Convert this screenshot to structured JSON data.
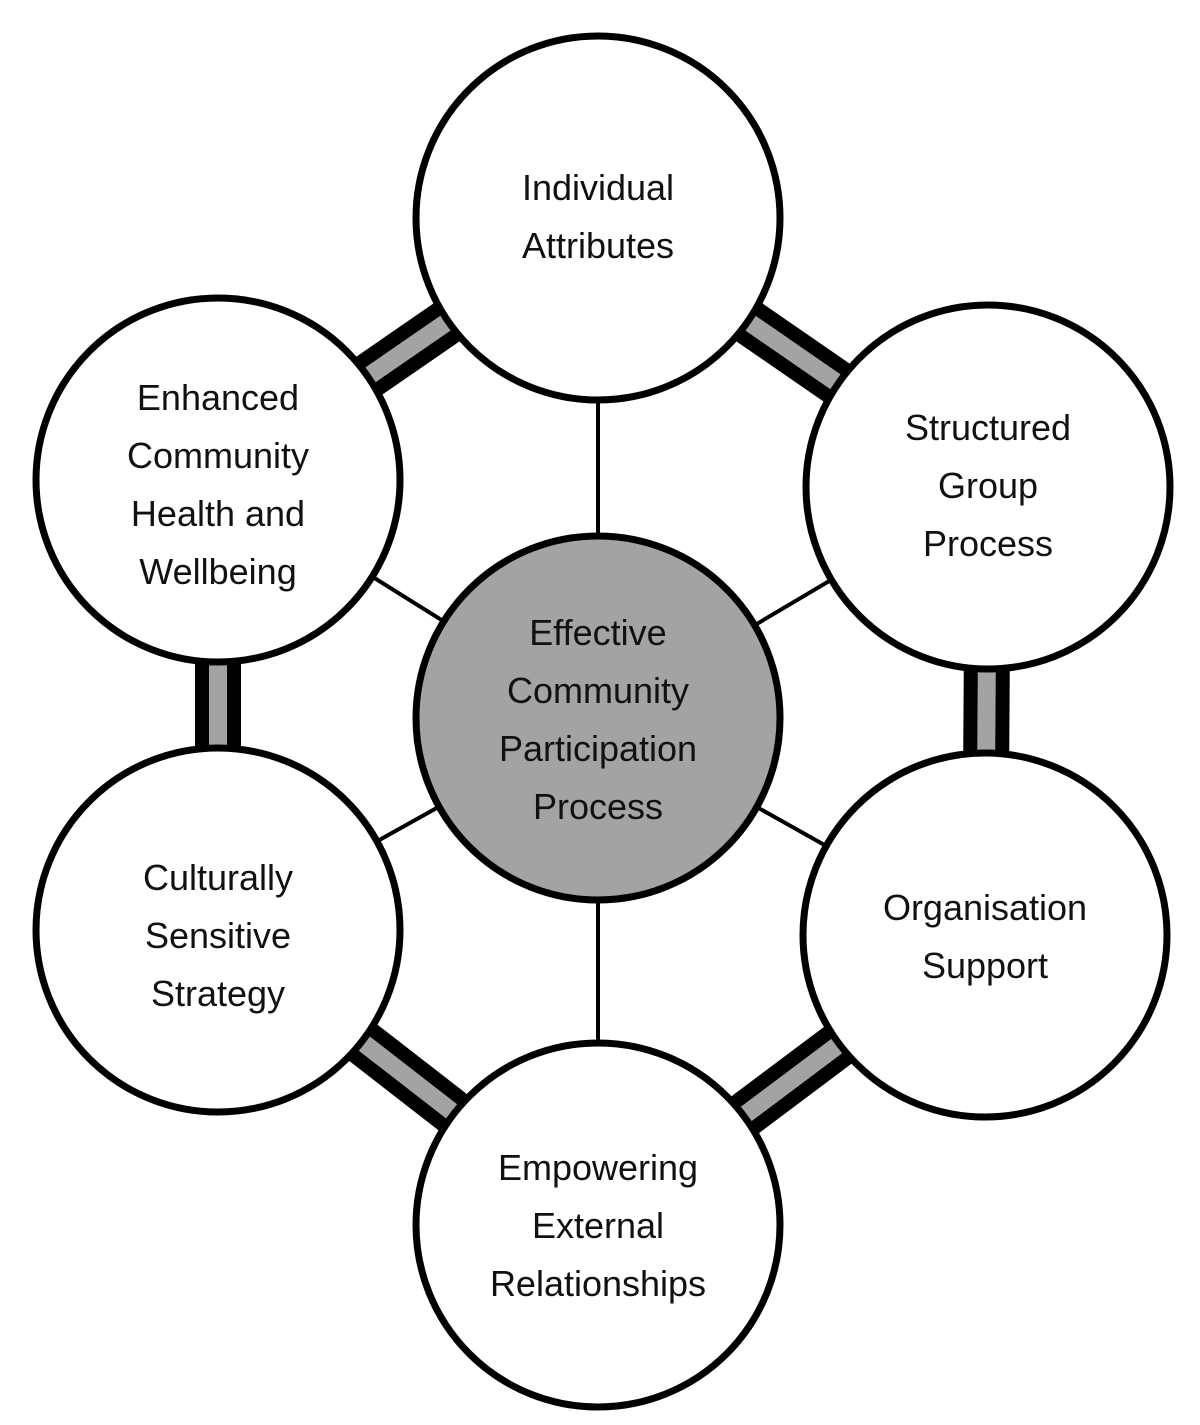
{
  "center": {
    "id": "center",
    "lines": [
      "Effective",
      "Community",
      "Participation",
      "Process"
    ],
    "fill": "#a3a3a3"
  },
  "nodes": [
    {
      "id": "individual-attributes",
      "lines": [
        "Individual",
        "Attributes"
      ]
    },
    {
      "id": "structured-group-process",
      "lines": [
        "Structured",
        "Group",
        "Process"
      ]
    },
    {
      "id": "organisation-support",
      "lines": [
        "Organisation",
        "Support"
      ]
    },
    {
      "id": "empowering-external-relationships",
      "lines": [
        "Empowering",
        "External",
        "Relationships"
      ]
    },
    {
      "id": "culturally-sensitive-strategy",
      "lines": [
        "Culturally",
        "Sensitive",
        "Strategy"
      ]
    },
    {
      "id": "enhanced-community-health",
      "lines": [
        "Enhanced",
        "Community",
        "Health and",
        "Wellbeing"
      ]
    }
  ],
  "colors": {
    "stroke": "#000000",
    "connector_inner": "#a3a3a3",
    "node_fill": "#ffffff"
  }
}
